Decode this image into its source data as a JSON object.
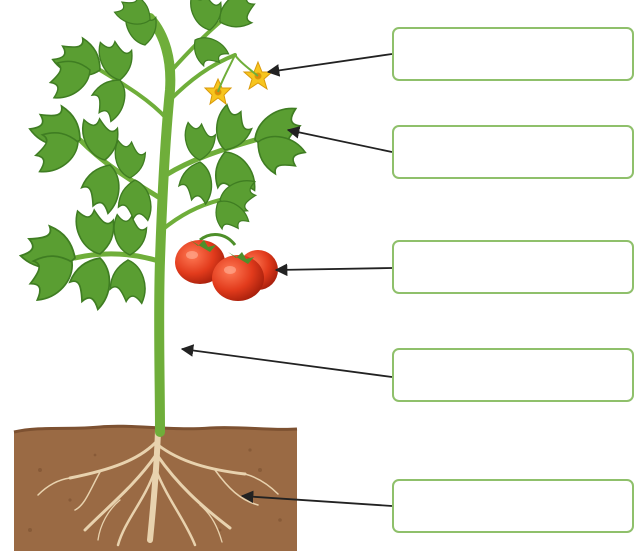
{
  "diagram": {
    "subject": "tomato plant",
    "labels": [
      {
        "part": "flower",
        "text": ""
      },
      {
        "part": "leaf",
        "text": ""
      },
      {
        "part": "fruit",
        "text": ""
      },
      {
        "part": "stem",
        "text": ""
      },
      {
        "part": "root",
        "text": ""
      }
    ]
  },
  "colors": {
    "box_border": "#8fc06b",
    "leaf": "#5a9e32",
    "leaf_vein": "#3f7d22",
    "stem": "#6fae3a",
    "fruit": "#e23b1c",
    "flower": "#f7c51e",
    "soil": "#9a6a44",
    "root": "#e8d2ae",
    "arrow": "#222222"
  }
}
